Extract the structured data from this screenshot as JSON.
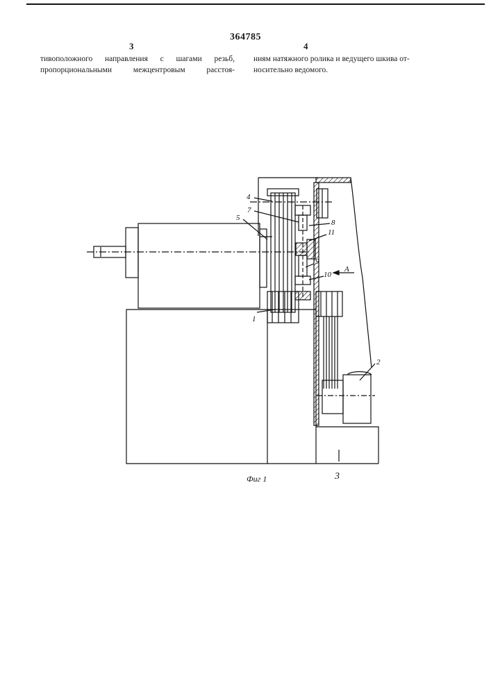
{
  "header": {
    "patent_number": "364785",
    "left_column_number": "3",
    "right_column_number": "4"
  },
  "left_column": {
    "lines": [
      "тивоположного направления с шагами резьб,",
      "пропорциональными межцентровым расстоя-"
    ]
  },
  "right_column": {
    "lines": [
      "ниям натяжного ролика и ведущего шкива от-",
      "носительно ведомого."
    ]
  },
  "figure": {
    "caption": "Фиг 1",
    "labels": {
      "l1": "1",
      "l2": "2",
      "l3": "3",
      "l4": "4",
      "l5": "5",
      "l7": "7",
      "l8": "8",
      "l9": "9",
      "l10": "10",
      "l11": "11",
      "view_a": "А"
    }
  }
}
